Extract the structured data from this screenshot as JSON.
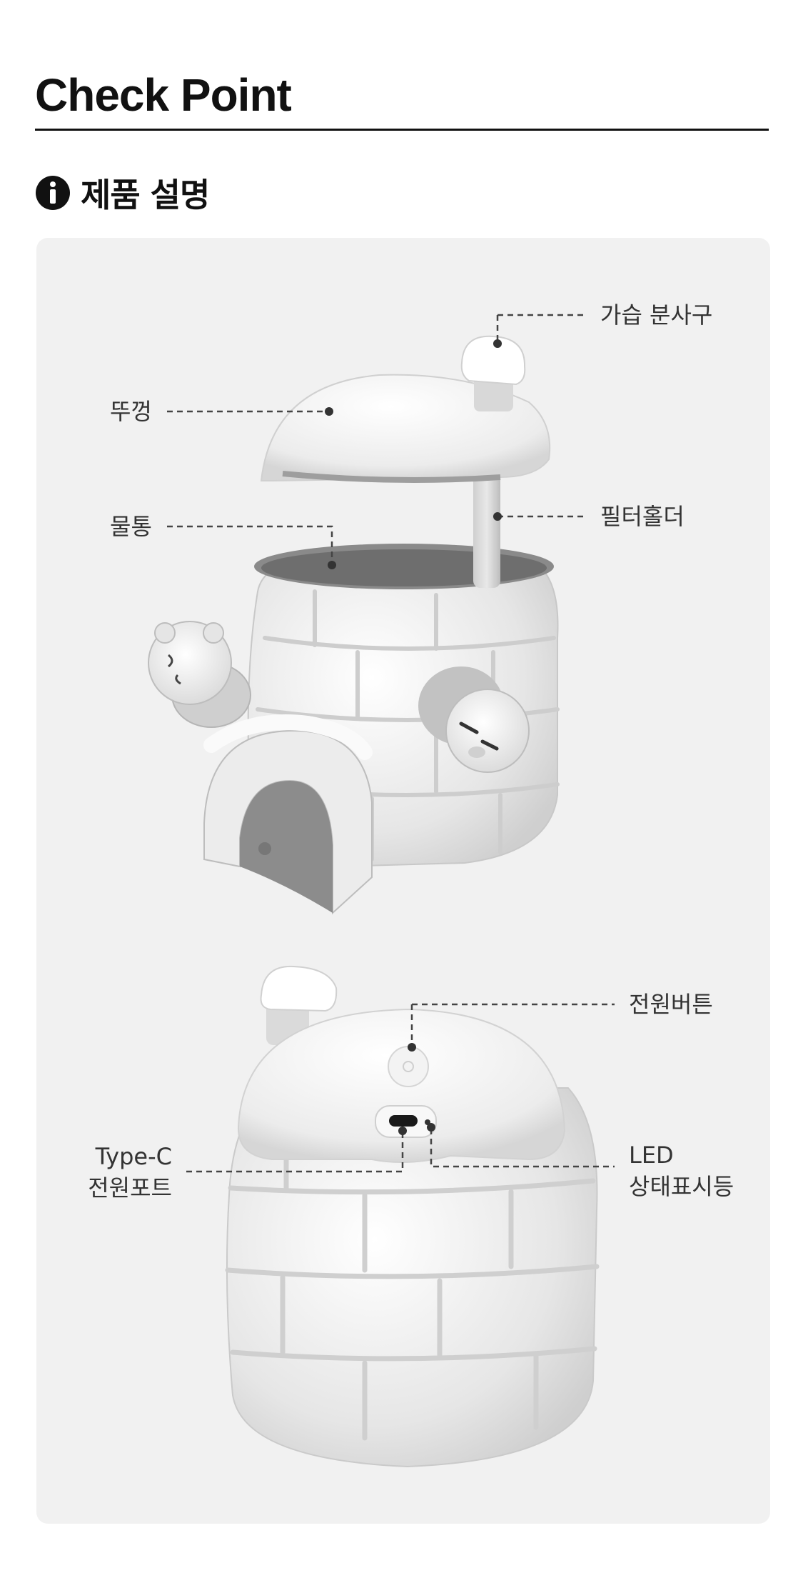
{
  "header": {
    "title": "Check Point"
  },
  "section": {
    "icon": "info-icon",
    "title": "제품 설명"
  },
  "callouts": {
    "mist_outlet": "가습 분사구",
    "lid": "뚜껑",
    "water_tank": "물통",
    "filter_holder": "필터홀더",
    "power_button": "전원버튼",
    "typec_line1": "Type-C",
    "typec_line2": "전원포트",
    "led_line1": "LED",
    "led_line2": "상태표시등"
  },
  "colors": {
    "panel": "#f1f1f1",
    "text": "#333333",
    "rule": "#111111"
  }
}
